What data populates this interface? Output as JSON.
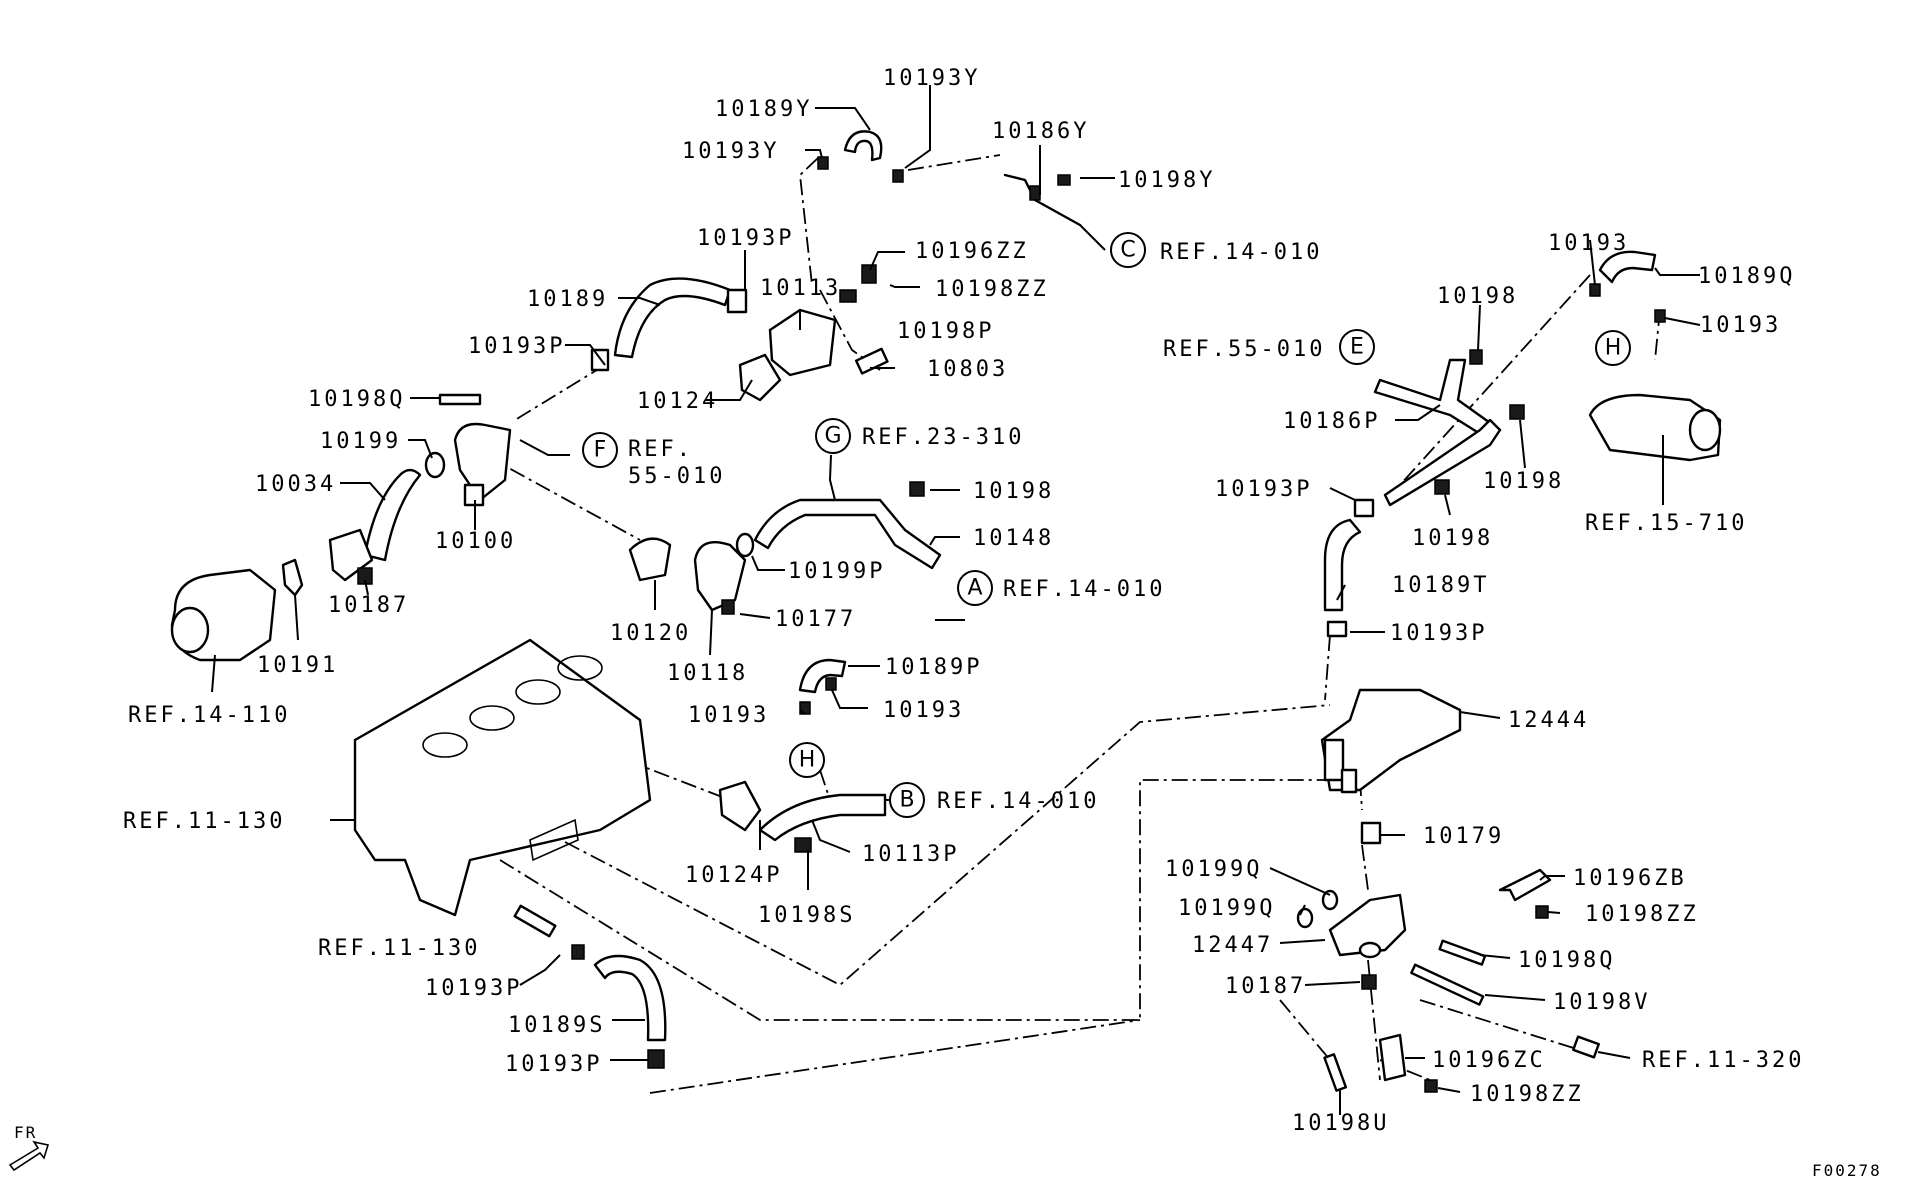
{
  "labels": {
    "l10193Y_top": "10193Y",
    "l10189Y": "10189Y",
    "l10193Y_left": "10193Y",
    "l10186Y": "10186Y",
    "l10198Y": "10198Y",
    "lRefC": "REF.14-010",
    "l10193P_a": "10193P",
    "l10196ZZ": "10196ZZ",
    "l10113": "10113",
    "l10198ZZ_a": "10198ZZ",
    "l10189": "10189",
    "l10198P": "10198P",
    "l10193P_b": "10193P",
    "l10803": "10803",
    "l10124": "10124",
    "l10198Q_a": "10198Q",
    "l10199": "10199",
    "lRefF1": "REF.",
    "lRefF2": "55-010",
    "lRefG": "REF.23-310",
    "l10034": "10034",
    "l10198_a": "10198",
    "l10148": "10148",
    "l10100": "10100",
    "l10199P": "10199P",
    "lRefA": "REF.14-010",
    "l10187_a": "10187",
    "l10177": "10177",
    "l10191": "10191",
    "l10120": "10120",
    "l10118": "10118",
    "lRef14110": "REF.14-110",
    "l10189P": "10189P",
    "l10193_a": "10193",
    "l10193_b": "10193",
    "lRef11130a": "REF.11-130",
    "lRefB": "REF.14-010",
    "l10124P": "10124P",
    "l10113P": "10113P",
    "l10198S": "10198S",
    "lRef11130b": "REF.11-130",
    "l10193P_c": "10193P",
    "l10189S": "10189S",
    "l10193P_d": "10193P",
    "l10193_c": "10193",
    "l10189Q": "10189Q",
    "l10198_b": "10198",
    "l10193_d": "10193",
    "lRefE": "REF.55-010",
    "l10186P": "10186P",
    "l10193P_e": "10193P",
    "l10198_c": "10198",
    "l10198_d": "10198",
    "lRef15710": "REF.15-710",
    "l10189T": "10189T",
    "l10193P_f": "10193P",
    "l12444": "12444",
    "l10179": "10179",
    "l10199Q_a": "10199Q",
    "l10196ZB": "10196ZB",
    "l10199Q_b": "10199Q",
    "l10198ZZ_b": "10198ZZ",
    "l12447": "12447",
    "l10198Q_b": "10198Q",
    "l10187_b": "10187",
    "l10198V": "10198V",
    "l10196ZC": "10196ZC",
    "lRef11320": "REF.11-320",
    "l10198ZZ_c": "10198ZZ",
    "l10198U": "10198U",
    "fr": "FR",
    "figId": "F00278"
  },
  "circles": {
    "A": "A",
    "B": "B",
    "C": "C",
    "E": "E",
    "F": "F",
    "G": "G",
    "H1": "H",
    "H2": "H"
  },
  "icons": [
    "fr-arrow-icon"
  ]
}
